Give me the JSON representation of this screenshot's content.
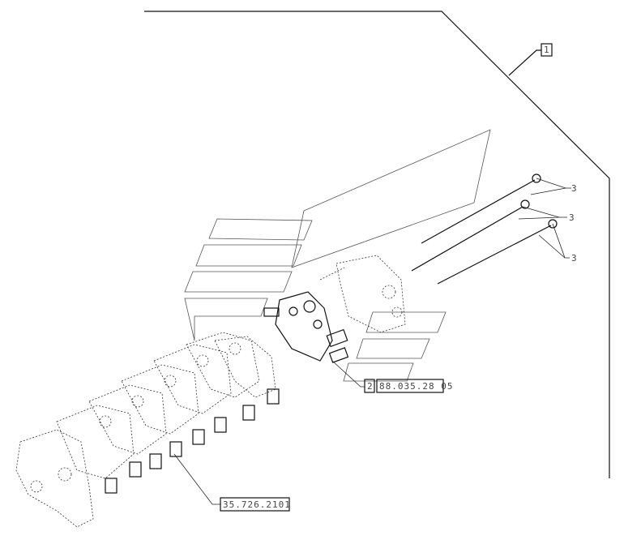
{
  "diagram": {
    "callouts": {
      "assembly_ref": "1",
      "rod_a": "3",
      "rod_b": "3",
      "rod_c": "3",
      "section_ref_index": "2",
      "section_ref_code": "88.035.28 05",
      "valve_bank_code": "35.726.2101"
    }
  }
}
